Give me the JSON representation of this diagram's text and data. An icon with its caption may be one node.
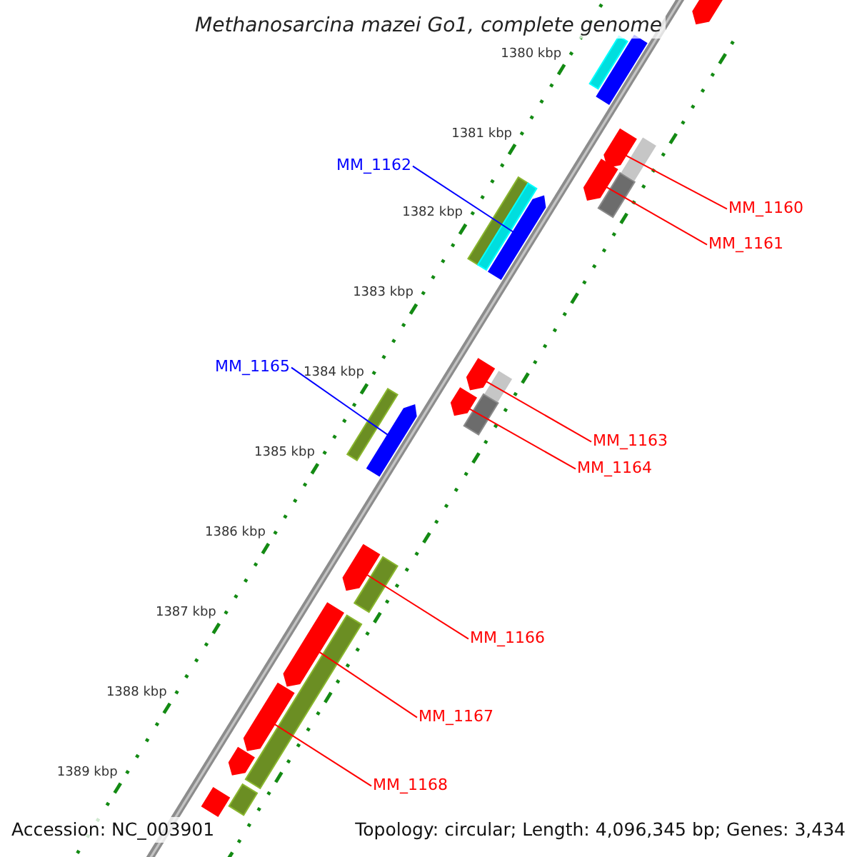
{
  "diagram": {
    "title": "Methanosarcina mazei Go1, complete genome",
    "nodes": [
      {
        "text": [
          "MM_1162"
        ]
      },
      {
        "text": [
          "MM_1160"
        ]
      },
      {
        "text": [
          "MM_1161"
        ]
      },
      {
        "text": [
          "MM_1165"
        ]
      },
      {
        "text": [
          "MM_1163"
        ]
      },
      {
        "text": [
          "MM_1164"
        ]
      },
      {
        "text": [
          "MM_1166"
        ]
      },
      {
        "text": [
          "MM_1167"
        ]
      },
      {
        "text": [
          "MM_1168"
        ]
      },
      {
        "text": [],
        "shape": "bar"
      },
      {
        "text": [],
        "shape": "bar"
      },
      {
        "text": [],
        "shape": "bar"
      },
      {
        "text": [],
        "shape": "bar"
      },
      {
        "text": [],
        "shape": "bar"
      },
      {
        "text": [],
        "shape": "bar"
      },
      {
        "text": [],
        "shape": "bar"
      },
      {
        "text": [],
        "shape": "bar"
      },
      {
        "text": [],
        "shape": "bar"
      },
      {
        "text": [],
        "shape": "bar"
      },
      {
        "text": [],
        "shape": "bar"
      },
      {
        "text": [],
        "shape": "bar"
      },
      {
        "text": [],
        "shape": "bar"
      },
      {
        "text": [],
        "shape": "bar"
      },
      {
        "text": [],
        "shape": "bar"
      },
      {
        "text": [],
        "shape": "bar"
      },
      {
        "text": [],
        "shape": "bar"
      },
      {
        "text": [],
        "shape": "bar"
      },
      {
        "text": [],
        "shape": "bar"
      },
      {
        "text": [],
        "shape": "bar"
      },
      {
        "text": [],
        "shape": "bar"
      },
      {
        "text": [],
        "shape": "bar"
      },
      {
        "text": [],
        "shape": "bar"
      },
      {
        "text": [],
        "shape": "bar"
      }
    ],
    "edges": [
      {
        "from": 0,
        "to": 18,
        "arrow": "none",
        "color": "#0000ff"
      },
      {
        "from": 1,
        "to": 13,
        "arrow": "none"
      },
      {
        "from": 2,
        "to": 14,
        "arrow": "none"
      },
      {
        "from": 3,
        "to": 24,
        "arrow": "none",
        "color": "#0000ff"
      },
      {
        "from": 4,
        "to": 20,
        "arrow": "none"
      },
      {
        "from": 5,
        "to": 22,
        "arrow": "none"
      },
      {
        "from": 6,
        "to": 25,
        "arrow": "none"
      },
      {
        "from": 7,
        "to": 27,
        "arrow": "none"
      },
      {
        "from": 8,
        "to": 29,
        "arrow": "none"
      }
    ],
    "labels": [
      "1380 kbp",
      "1381 kbp",
      "1382 kbp",
      "1383 kbp",
      "1384 kbp",
      "1385 kbp",
      "1386 kbp",
      "1387 kbp",
      "1388 kbp",
      "1389 kbp",
      "Accession: NC_003901",
      "Topology: circular; Length: 4,096,345 bp; Genes: 3,434"
    ]
  }
}
